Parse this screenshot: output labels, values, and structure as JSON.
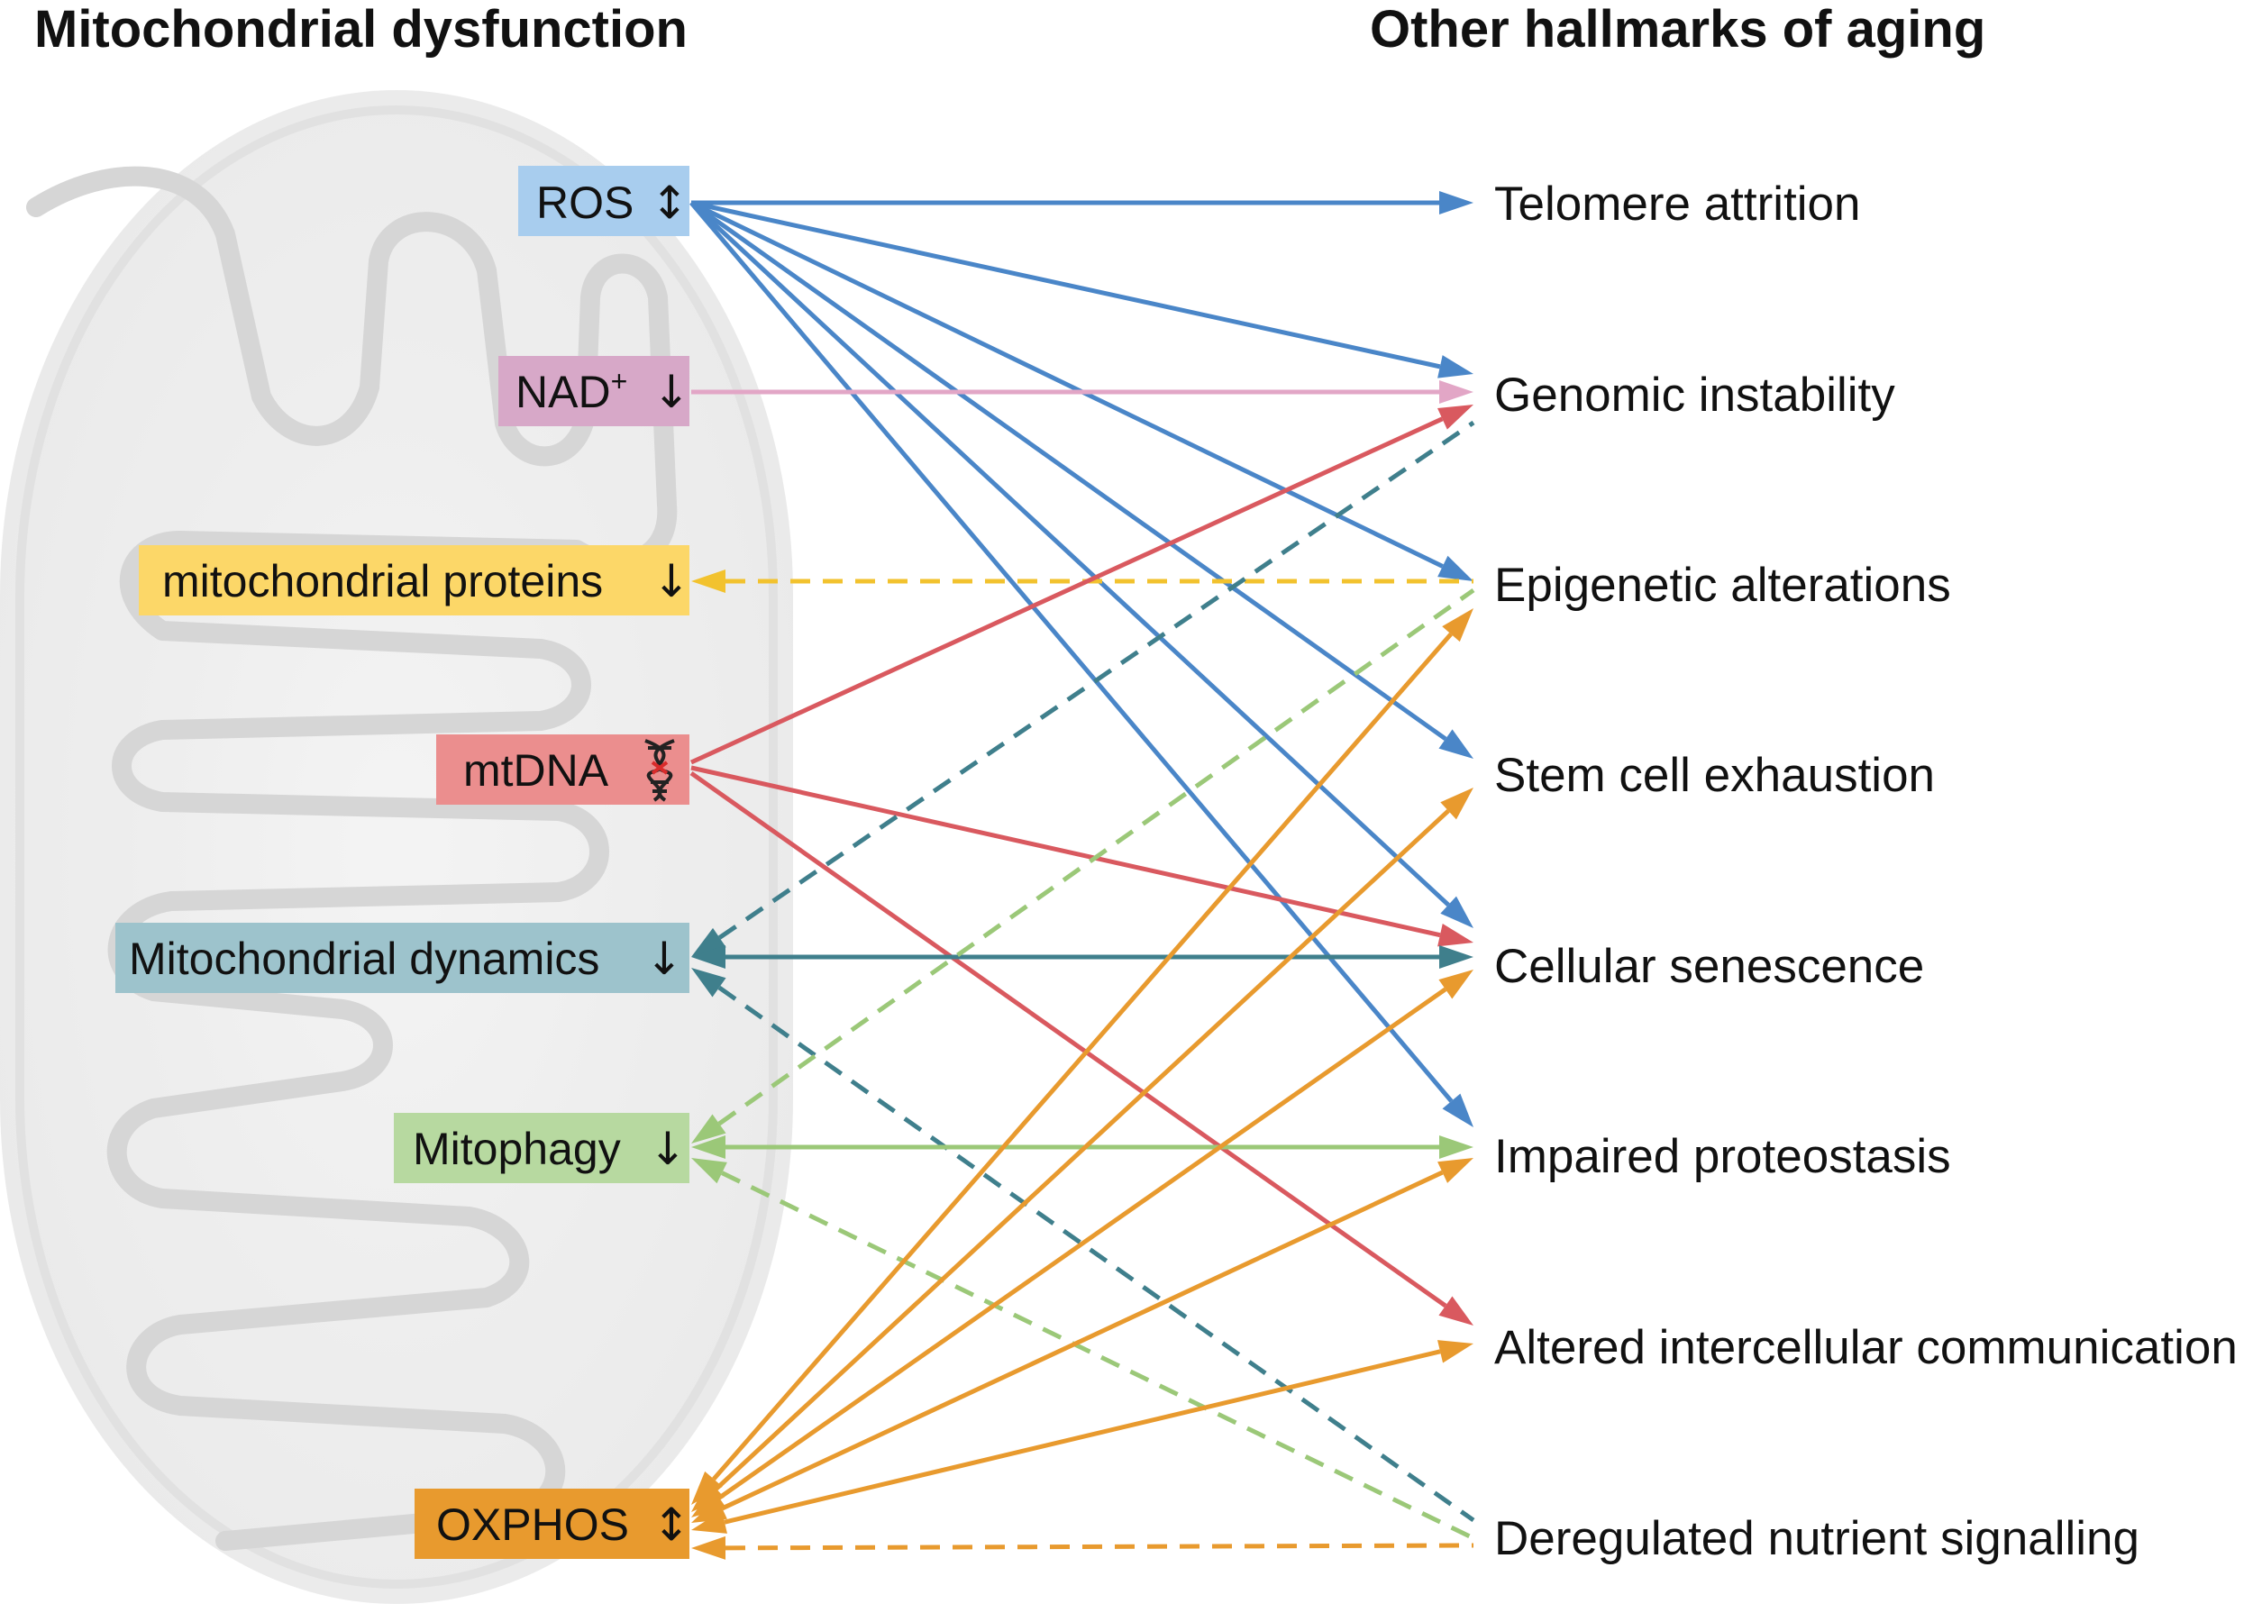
{
  "headings": {
    "left": "Mitochondrial dysfunction",
    "right": "Other hallmarks of aging"
  },
  "colors": {
    "ros": "#4a86c8",
    "nad": "#e2a6c6",
    "proteins": "#f2c22e",
    "mtdna": "#d9595f",
    "dynamics": "#3f7f8c",
    "mitophagy": "#9bc878",
    "oxphos": "#e89a2e",
    "box_ros": "#a8cdee",
    "box_nad": "#d7a8c8",
    "box_proteins": "#fcd768",
    "box_mtdna": "#eb8e8e",
    "box_dynamics": "#9dc3cc",
    "box_mitophagy": "#b7d9a0",
    "box_oxphos": "#e89a2e"
  },
  "mito_factors": [
    {
      "id": "ros",
      "label": "ROS",
      "indicator": "up-down-arrow",
      "glyph": "↕"
    },
    {
      "id": "nad",
      "label": "NAD",
      "sup": "+",
      "indicator": "down-arrow",
      "glyph": "↓"
    },
    {
      "id": "proteins",
      "label": "mitochondrial proteins",
      "indicator": "down-arrow",
      "glyph": "↓"
    },
    {
      "id": "mtdna",
      "label": "mtDNA",
      "indicator": "dna-icon"
    },
    {
      "id": "dynamics",
      "label": "Mitochondrial dynamics",
      "indicator": "down-arrow",
      "glyph": "↓"
    },
    {
      "id": "mitophagy",
      "label": "Mitophagy",
      "indicator": "down-arrow",
      "glyph": "↓"
    },
    {
      "id": "oxphos",
      "label": "OXPHOS",
      "indicator": "up-down-arrow",
      "glyph": "↕"
    }
  ],
  "hallmarks": [
    {
      "id": "telomere",
      "label": "Telomere attrition"
    },
    {
      "id": "genomic",
      "label": "Genomic instability"
    },
    {
      "id": "epigenetic",
      "label": "Epigenetic alterations"
    },
    {
      "id": "stemcell",
      "label": "Stem cell exhaustion"
    },
    {
      "id": "senescence",
      "label": "Cellular senescence"
    },
    {
      "id": "proteostasis",
      "label": "Impaired proteostasis"
    },
    {
      "id": "communication",
      "label": "Altered intercellular communication"
    },
    {
      "id": "nutrient",
      "label": "Deregulated nutrient signalling"
    }
  ],
  "connections": [
    {
      "from": "ros",
      "to": "telomere",
      "dir": "forward",
      "style": "solid",
      "color": "ros"
    },
    {
      "from": "ros",
      "to": "genomic",
      "dir": "forward",
      "style": "solid",
      "color": "ros"
    },
    {
      "from": "ros",
      "to": "epigenetic",
      "dir": "forward",
      "style": "solid",
      "color": "ros"
    },
    {
      "from": "ros",
      "to": "stemcell",
      "dir": "forward",
      "style": "solid",
      "color": "ros"
    },
    {
      "from": "ros",
      "to": "senescence",
      "dir": "forward",
      "style": "solid",
      "color": "ros"
    },
    {
      "from": "ros",
      "to": "proteostasis",
      "dir": "forward",
      "style": "solid",
      "color": "ros"
    },
    {
      "from": "nad",
      "to": "genomic",
      "dir": "forward",
      "style": "solid",
      "color": "nad"
    },
    {
      "from": "proteins",
      "to": "epigenetic",
      "dir": "backward",
      "style": "dashed",
      "color": "proteins"
    },
    {
      "from": "mtdna",
      "to": "genomic",
      "dir": "forward",
      "style": "solid",
      "color": "mtdna"
    },
    {
      "from": "mtdna",
      "to": "senescence",
      "dir": "forward",
      "style": "solid",
      "color": "mtdna"
    },
    {
      "from": "mtdna",
      "to": "communication",
      "dir": "forward",
      "style": "solid",
      "color": "mtdna"
    },
    {
      "from": "dynamics",
      "to": "genomic",
      "dir": "backward",
      "style": "dashed",
      "color": "dynamics"
    },
    {
      "from": "dynamics",
      "to": "senescence",
      "dir": "both",
      "style": "solid",
      "color": "dynamics"
    },
    {
      "from": "dynamics",
      "to": "nutrient",
      "dir": "backward",
      "style": "dashed",
      "color": "dynamics"
    },
    {
      "from": "mitophagy",
      "to": "epigenetic",
      "dir": "backward",
      "style": "dashed",
      "color": "mitophagy"
    },
    {
      "from": "mitophagy",
      "to": "proteostasis",
      "dir": "both",
      "style": "solid",
      "color": "mitophagy"
    },
    {
      "from": "mitophagy",
      "to": "nutrient",
      "dir": "backward",
      "style": "dashed",
      "color": "mitophagy"
    },
    {
      "from": "oxphos",
      "to": "epigenetic",
      "dir": "both",
      "style": "solid",
      "color": "oxphos"
    },
    {
      "from": "oxphos",
      "to": "stemcell",
      "dir": "both",
      "style": "solid",
      "color": "oxphos"
    },
    {
      "from": "oxphos",
      "to": "senescence",
      "dir": "both",
      "style": "solid",
      "color": "oxphos"
    },
    {
      "from": "oxphos",
      "to": "proteostasis",
      "dir": "both",
      "style": "solid",
      "color": "oxphos"
    },
    {
      "from": "oxphos",
      "to": "communication",
      "dir": "both",
      "style": "solid",
      "color": "oxphos"
    },
    {
      "from": "oxphos",
      "to": "nutrient",
      "dir": "backward",
      "style": "dashed",
      "color": "oxphos"
    }
  ]
}
